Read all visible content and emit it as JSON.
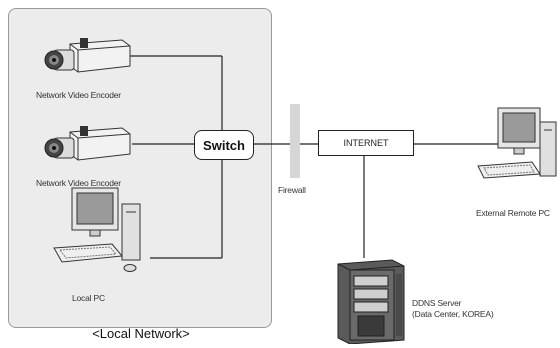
{
  "labels": {
    "encoder_1": "Network Video Encoder",
    "encoder_2": "Network Video Encoder",
    "local_pc": "Local PC",
    "switch": "Switch",
    "firewall": "Firewall",
    "internet": "INTERNET",
    "external_pc": "External Remote PC",
    "ddns_server_line1": "DDNS Server",
    "ddns_server_line2": "(Data Center, KOREA)",
    "network_caption": "<Local Network>"
  },
  "icons": {
    "camera": "network-video-encoder-icon",
    "pc": "desktop-pc-icon",
    "server": "tower-server-icon"
  },
  "colors": {
    "local_network_bg": "#ececec",
    "line": "#222222",
    "firewall": "#d6d6d6"
  }
}
